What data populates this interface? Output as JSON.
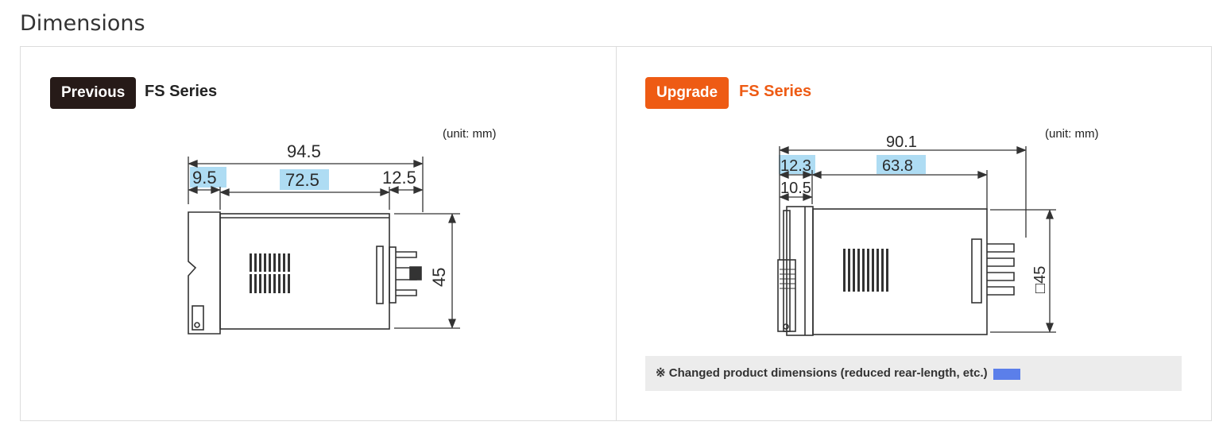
{
  "page": {
    "title": "Dimensions"
  },
  "previous": {
    "badge_label": "Previous",
    "series_label": "FS Series",
    "unit_label": "(unit: mm)",
    "dims": {
      "total": "94.5",
      "front": "9.5",
      "body": "72.5",
      "rear": "12.5",
      "height": "45"
    }
  },
  "upgrade": {
    "badge_label": "Upgrade",
    "series_label": "FS Series",
    "unit_label": "(unit: mm)",
    "dims": {
      "total": "90.1",
      "front": "12.3",
      "body": "63.8",
      "front_inner": "10.5",
      "height": "□45"
    },
    "note": "※ Changed product dimensions (reduced rear-length, etc.)"
  },
  "colors": {
    "previous_badge": "#261a18",
    "upgrade_badge": "#ee5b14",
    "highlight": "#aedcf3",
    "note_swatch": "#5b7fea",
    "note_background": "#ececec"
  }
}
